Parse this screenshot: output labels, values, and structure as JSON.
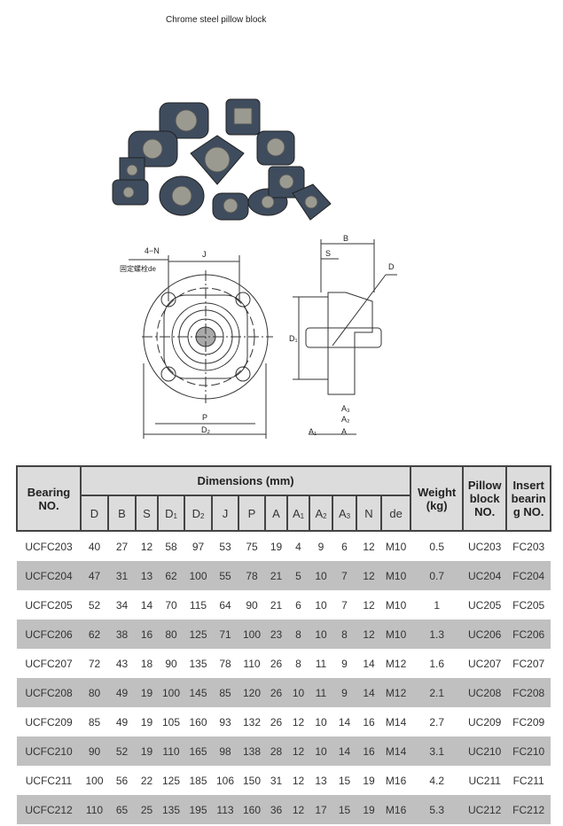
{
  "title": "Chrome steel pillow block",
  "drawing_labels": {
    "n": "4−N",
    "de": "固定螺栓de",
    "J": "J",
    "P": "P",
    "D2": "D₂",
    "B": "B",
    "S": "S",
    "D": "D",
    "D1": "D₁",
    "A": "A",
    "A1": "A₁",
    "A2": "A₂",
    "A3": "A₃"
  },
  "table": {
    "bearing_header": "Bearing NO.",
    "dimensions_header": "Dimensions (mm)",
    "weight_header": "Weight (kg)",
    "pillow_header": "Pillow block NO.",
    "insert_header": "Insert bearin g NO.",
    "dim_columns": [
      "D",
      "B",
      "S",
      "D1",
      "D2",
      "J",
      "P",
      "A",
      "A1",
      "A2",
      "A3",
      "N",
      "de"
    ],
    "rows": [
      [
        "UCFC203",
        "40",
        "27",
        "12",
        "58",
        "97",
        "53",
        "75",
        "19",
        "4",
        "9",
        "6",
        "12",
        "M10",
        "0.5",
        "UC203",
        "FC203"
      ],
      [
        "UCFC204",
        "47",
        "31",
        "13",
        "62",
        "100",
        "55",
        "78",
        "21",
        "5",
        "10",
        "7",
        "12",
        "M10",
        "0.7",
        "UC204",
        "FC204"
      ],
      [
        "UCFC205",
        "52",
        "34",
        "14",
        "70",
        "115",
        "64",
        "90",
        "21",
        "6",
        "10",
        "7",
        "12",
        "M10",
        "1",
        "UC205",
        "FC205"
      ],
      [
        "UCFC206",
        "62",
        "38",
        "16",
        "80",
        "125",
        "71",
        "100",
        "23",
        "8",
        "10",
        "8",
        "12",
        "M10",
        "1.3",
        "UC206",
        "FC206"
      ],
      [
        "UCFC207",
        "72",
        "43",
        "18",
        "90",
        "135",
        "78",
        "110",
        "26",
        "8",
        "11",
        "9",
        "14",
        "M12",
        "1.6",
        "UC207",
        "FC207"
      ],
      [
        "UCFC208",
        "80",
        "49",
        "19",
        "100",
        "145",
        "85",
        "120",
        "26",
        "10",
        "11",
        "9",
        "14",
        "M12",
        "2.1",
        "UC208",
        "FC208"
      ],
      [
        "UCFC209",
        "85",
        "49",
        "19",
        "105",
        "160",
        "93",
        "132",
        "26",
        "12",
        "10",
        "14",
        "16",
        "M14",
        "2.7",
        "UC209",
        "FC209"
      ],
      [
        "UCFC210",
        "90",
        "52",
        "19",
        "110",
        "165",
        "98",
        "138",
        "28",
        "12",
        "10",
        "14",
        "16",
        "M14",
        "3.1",
        "UC210",
        "FC210"
      ],
      [
        "UCFC211",
        "100",
        "56",
        "22",
        "125",
        "185",
        "106",
        "150",
        "31",
        "12",
        "13",
        "15",
        "19",
        "M16",
        "4.2",
        "UC211",
        "FC211"
      ],
      [
        "UCFC212",
        "110",
        "65",
        "25",
        "135",
        "195",
        "113",
        "160",
        "36",
        "12",
        "17",
        "15",
        "19",
        "M16",
        "5.3",
        "UC212",
        "FC212"
      ]
    ]
  }
}
